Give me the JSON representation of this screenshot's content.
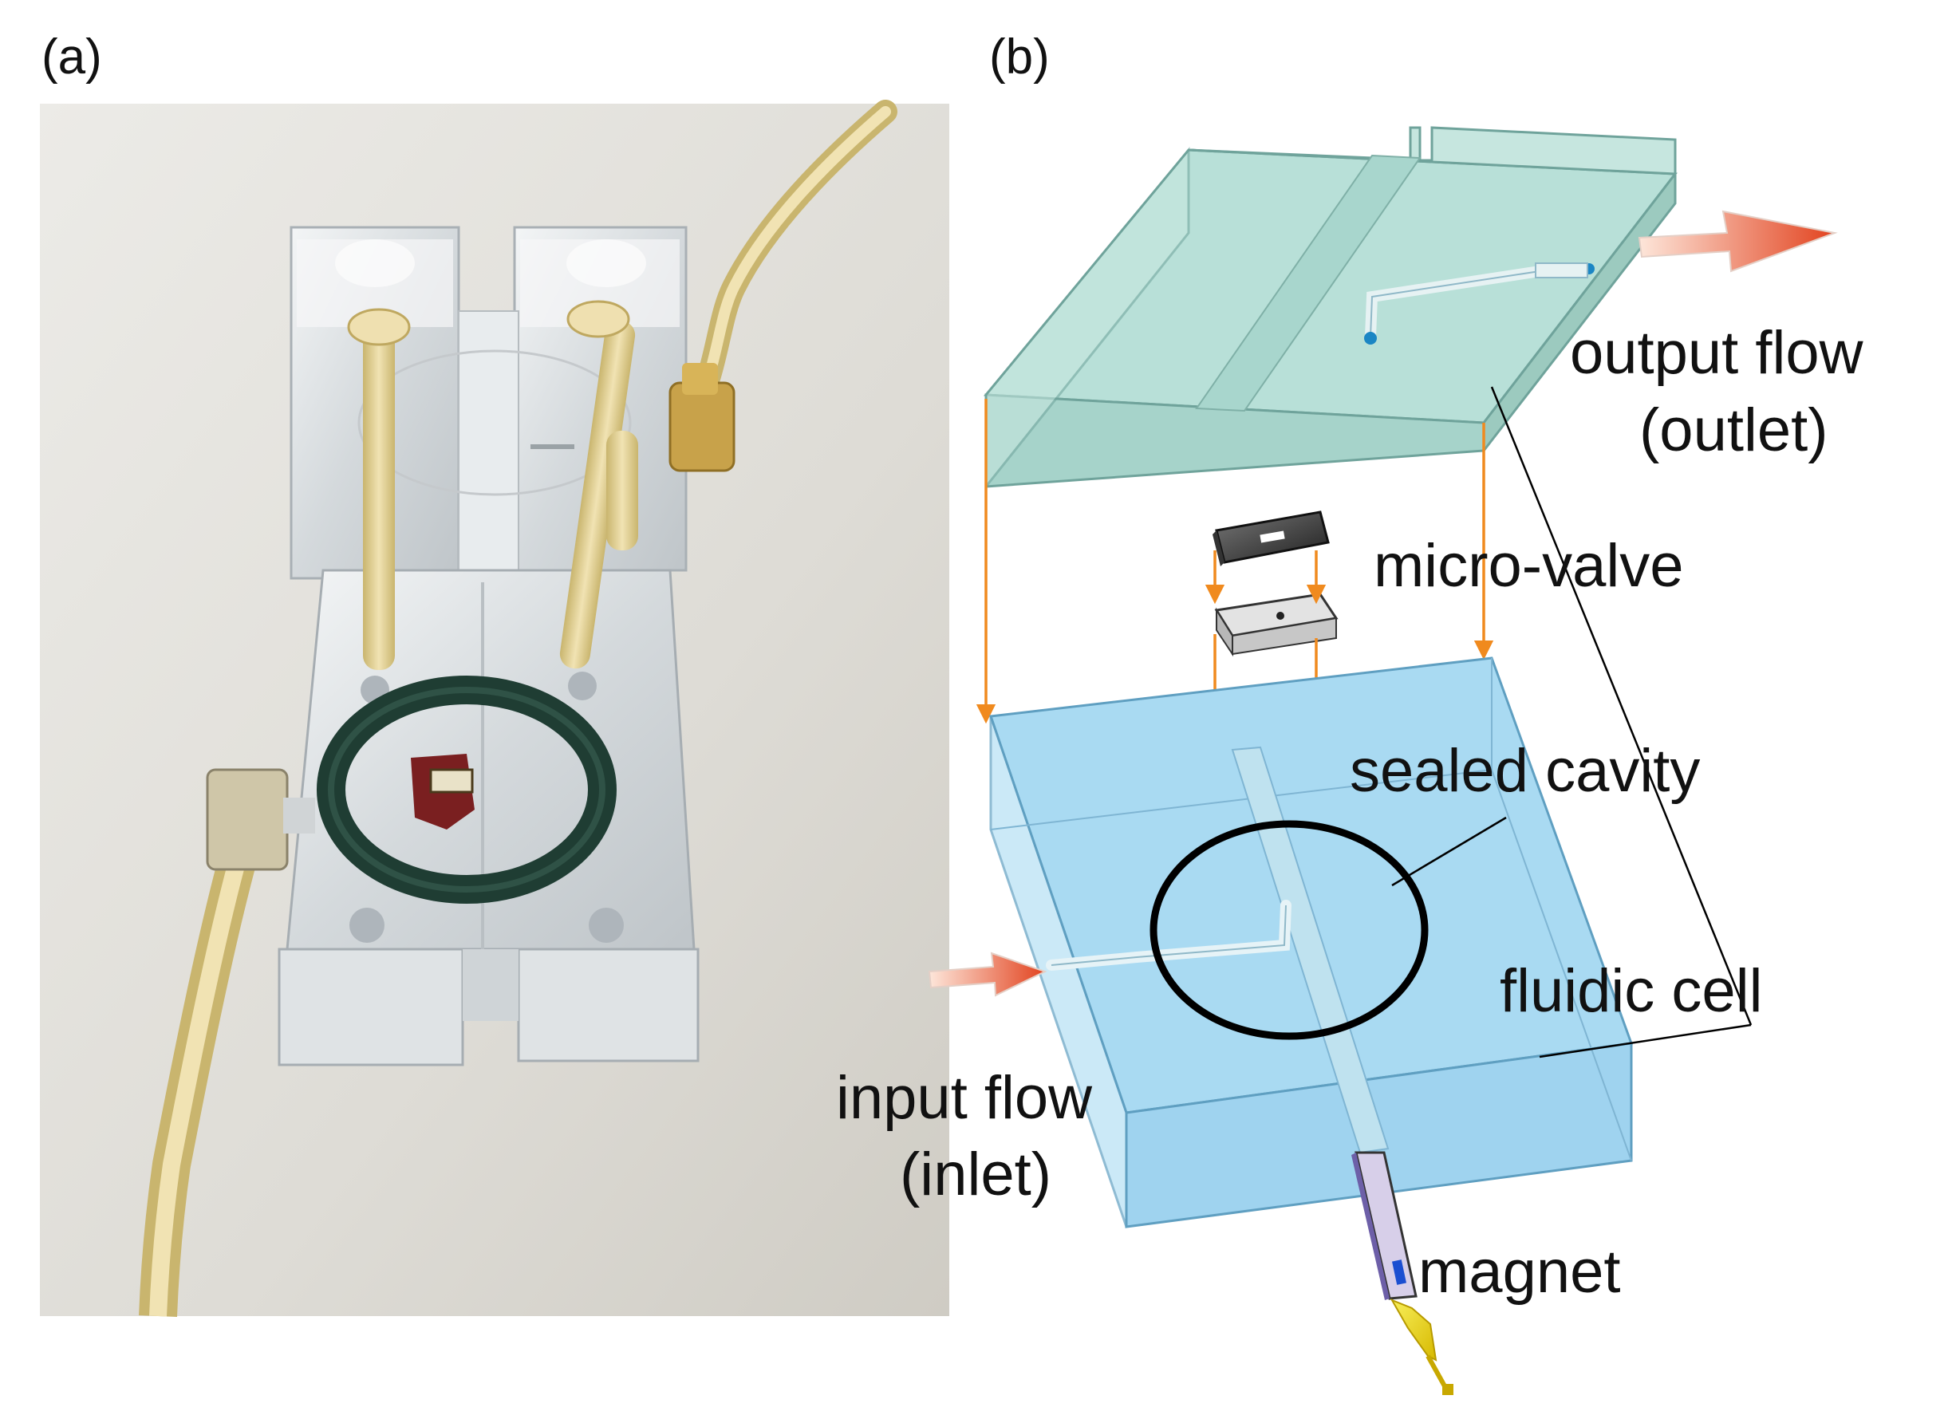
{
  "panels": {
    "a": {
      "label": "(a)"
    },
    "b": {
      "label": "(b)"
    }
  },
  "labels": {
    "output_line1": "output flow",
    "output_line2": "(outlet)",
    "micro_valve": "micro-valve",
    "sealed_cavity": "sealed cavity",
    "fluidic_cell": "fluidic cell",
    "input_line1": "input flow",
    "input_line2": "(inlet)",
    "magnet": "magnet"
  },
  "colors": {
    "top_cover": "#b8e0d8",
    "fluidic_cell": "#a9daf2",
    "alignment_arrows": "#f08a1e",
    "flow_arrows": "#e8532c",
    "magnet_arrow": "#f2e600",
    "photo_background": "#e3e1dc",
    "acrylic": "#d9dde0",
    "tubing": "#e4d29a",
    "o_ring": "#1f3d33"
  }
}
